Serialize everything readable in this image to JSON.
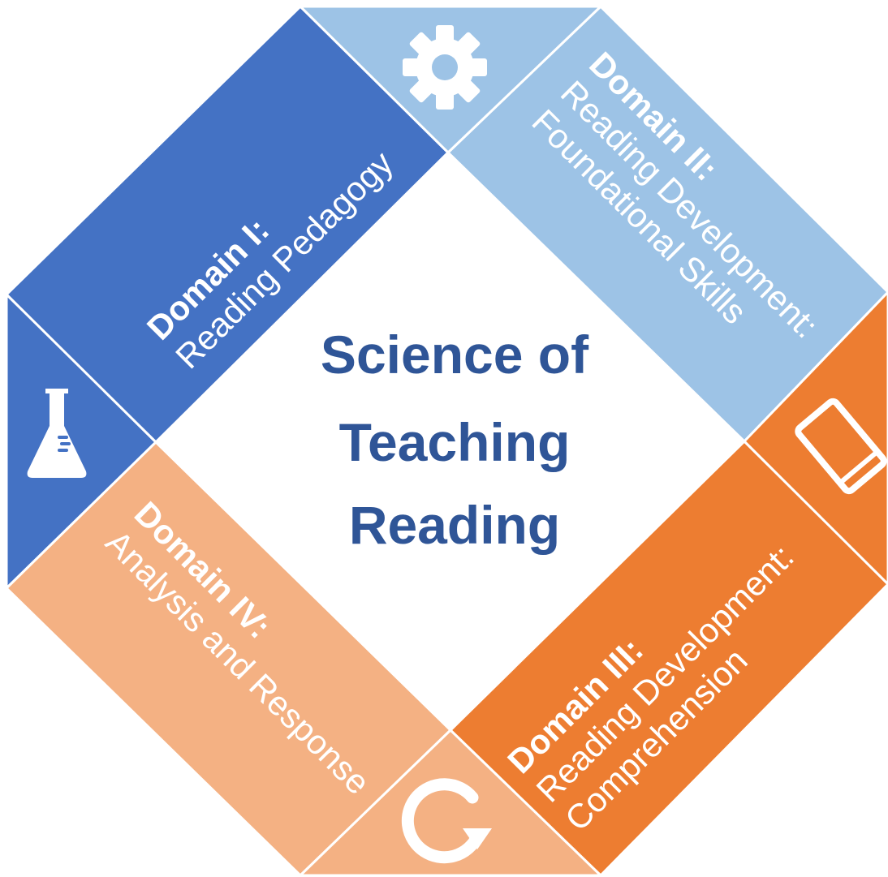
{
  "center": {
    "lines": [
      "Science of",
      "Teaching",
      "Reading"
    ]
  },
  "domains": [
    {
      "title": "Domain I:",
      "subtitle_lines": [
        "Reading Pedagogy"
      ],
      "color": "#4472c4",
      "icon": "flask-icon"
    },
    {
      "title": "Domain II:",
      "subtitle_lines": [
        "Reading Development:",
        "Foundational Skills"
      ],
      "color": "#9dc3e6",
      "icon": "gear-icon"
    },
    {
      "title": "Domain III:",
      "subtitle_lines": [
        "Reading Development:",
        "Comprehension"
      ],
      "color": "#ed7d31",
      "icon": "book-icon"
    },
    {
      "title": "Domain IV:",
      "subtitle_lines": [
        "Analysis and Response"
      ],
      "color": "#f4b183",
      "icon": "refresh-cycle-icon"
    }
  ]
}
